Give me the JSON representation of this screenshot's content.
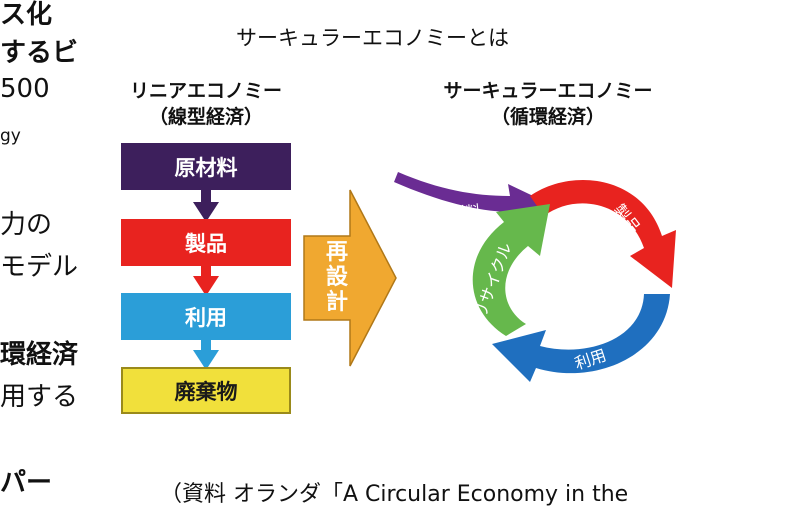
{
  "page": {
    "left_column_fragments": [
      "ス化",
      "するビ",
      "500",
      "gy",
      "力の",
      "モデル",
      "環経済",
      "用する",
      "パー"
    ],
    "caption": "（資料 オランダ「A Circular Economy in the"
  },
  "diagram": {
    "title": "サーキュラーエコノミーとは",
    "linear": {
      "heading_line1": "リニアエコノミー",
      "heading_line2": "（線型経済）",
      "steps": [
        {
          "label": "原材料",
          "color": "#3d1f5c",
          "text_color": "#ffffff"
        },
        {
          "label": "製品",
          "color": "#e8231f",
          "text_color": "#ffffff"
        },
        {
          "label": "利用",
          "color": "#2b9ed8",
          "text_color": "#ffffff"
        },
        {
          "label": "廃棄物",
          "color": "#f1e03b",
          "text_color": "#1a1a1a"
        }
      ]
    },
    "redesign": {
      "label": "再設計",
      "color": "#f0a830"
    },
    "circular": {
      "heading_line1": "サーキュラーエコノミー",
      "heading_line2": "（循環経済）",
      "segments": [
        {
          "label": "原材料",
          "color": "#6a2c93"
        },
        {
          "label": "製品",
          "color": "#e8231f"
        },
        {
          "label": "利用",
          "color": "#1f6fbf"
        },
        {
          "label": "リサイクル",
          "color": "#66b84c"
        }
      ]
    }
  }
}
